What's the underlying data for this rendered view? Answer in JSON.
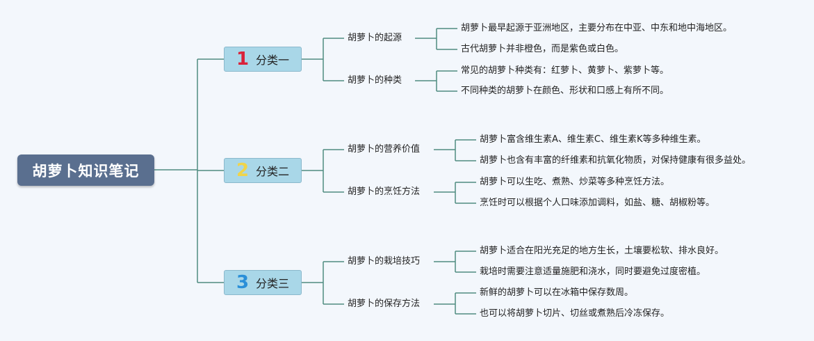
{
  "root": {
    "title": "胡萝卜知识笔记"
  },
  "colors": {
    "line": "#4f8c80",
    "root_bg": "#5a6f8f",
    "category_bg": "#a9d7e8",
    "badge_1": "#d9223a",
    "badge_2": "#f0d44a",
    "badge_3": "#2a8fd8"
  },
  "categories": [
    {
      "number": "1",
      "label": "分类一",
      "topics": [
        {
          "label": "胡萝卜的起源",
          "details": [
            "胡萝卜最早起源于亚洲地区，主要分布在中亚、中东和地中海地区。",
            "古代胡萝卜并非橙色，而是紫色或白色。"
          ]
        },
        {
          "label": "胡萝卜的种类",
          "details": [
            "常见的胡萝卜种类有：红萝卜、黄萝卜、紫萝卜等。",
            "不同种类的胡萝卜在颜色、形状和口感上有所不同。"
          ]
        }
      ]
    },
    {
      "number": "2",
      "label": "分类二",
      "topics": [
        {
          "label": "胡萝卜的营养价值",
          "details": [
            "胡萝卜富含维生素A、维生素C、维生素K等多种维生素。",
            "胡萝卜也含有丰富的纤维素和抗氧化物质，对保持健康有很多益处。"
          ]
        },
        {
          "label": "胡萝卜的烹饪方法",
          "details": [
            "胡萝卜可以生吃、煮熟、炒菜等多种烹饪方法。",
            "烹饪时可以根据个人口味添加调料，如盐、糖、胡椒粉等。"
          ]
        }
      ]
    },
    {
      "number": "3",
      "label": "分类三",
      "topics": [
        {
          "label": "胡萝卜的栽培技巧",
          "details": [
            "胡萝卜适合在阳光充足的地方生长，土壤要松软、排水良好。",
            "栽培时需要注意适量施肥和浇水，同时要避免过度密植。"
          ]
        },
        {
          "label": "胡萝卜的保存方法",
          "details": [
            "新鲜的胡萝卜可以在冰箱中保存数周。",
            "也可以将胡萝卜切片、切丝或煮熟后冷冻保存。"
          ]
        }
      ]
    }
  ]
}
